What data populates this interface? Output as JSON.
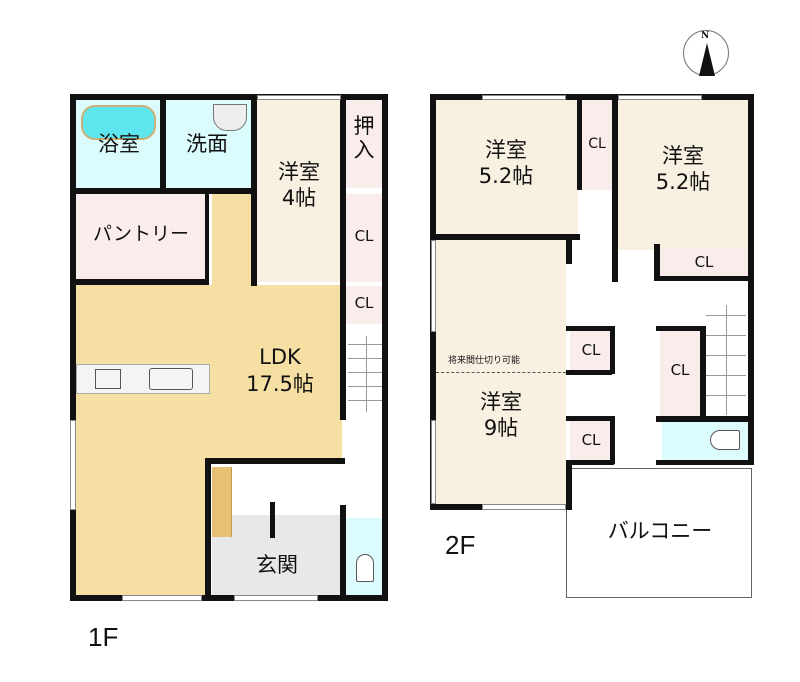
{
  "compass": {
    "label": "N"
  },
  "floor1": {
    "label": "1F",
    "rooms": {
      "bath": {
        "name": "浴室"
      },
      "washroom": {
        "name": "洗面"
      },
      "western_room": {
        "name": "洋室",
        "size": "4帖"
      },
      "oshiire": {
        "name": "押入"
      },
      "closet1": {
        "name": "CL"
      },
      "closet2": {
        "name": "CL"
      },
      "pantry": {
        "name": "パントリー"
      },
      "ldk": {
        "name": "LDK",
        "size": "17.5帖"
      },
      "entrance": {
        "name": "玄関"
      },
      "toilet": {
        "name": ""
      }
    }
  },
  "floor2": {
    "label": "2F",
    "rooms": {
      "western_room_a": {
        "name": "洋室",
        "size": "5.2帖"
      },
      "western_room_b": {
        "name": "洋室",
        "size": "5.2帖"
      },
      "closet_a": {
        "name": "CL"
      },
      "closet_b": {
        "name": "CL"
      },
      "western_room_c": {
        "name": "洋室",
        "size": "9帖"
      },
      "closet_c": {
        "name": "CL"
      },
      "closet_d": {
        "name": "CL"
      },
      "closet_e": {
        "name": "CL"
      },
      "balcony": {
        "name": "バルコニー"
      },
      "partition_note": "将来間仕切り可能"
    }
  },
  "colors": {
    "ldk": "#f5dfa3",
    "western": "#f8f1e1",
    "closet": "#fbecec",
    "wet": "#dcfbfd",
    "entrance_tile": "#e8e8e8",
    "wall": "#111111"
  }
}
